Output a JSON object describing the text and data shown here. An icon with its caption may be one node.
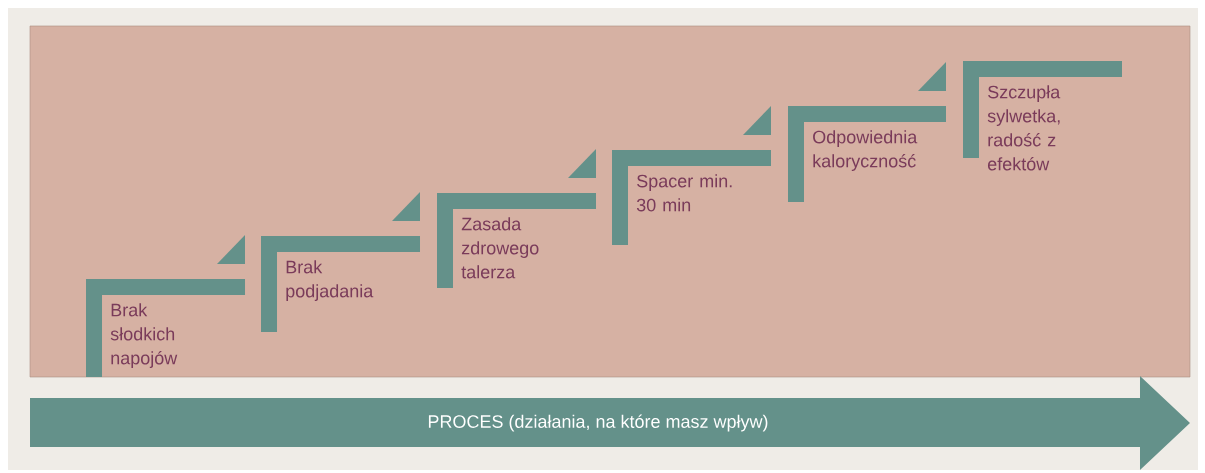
{
  "diagram": {
    "nodes": [
      {
        "text": [
          "Brak słodkich napojów"
        ]
      },
      {
        "text": [
          "Brak podjadania"
        ]
      },
      {
        "text": [
          "Zasada zdrowego talerza"
        ]
      },
      {
        "text": [
          "Spacer min. 30 min"
        ]
      },
      {
        "text": [
          "Odpowiednia kaloryczność"
        ]
      },
      {
        "text": [
          "Szczupła sylwetka, radość z efektów"
        ]
      },
      {
        "text": [
          "PROCES (działania, na które masz wpływ)"
        ]
      }
    ]
  }
}
